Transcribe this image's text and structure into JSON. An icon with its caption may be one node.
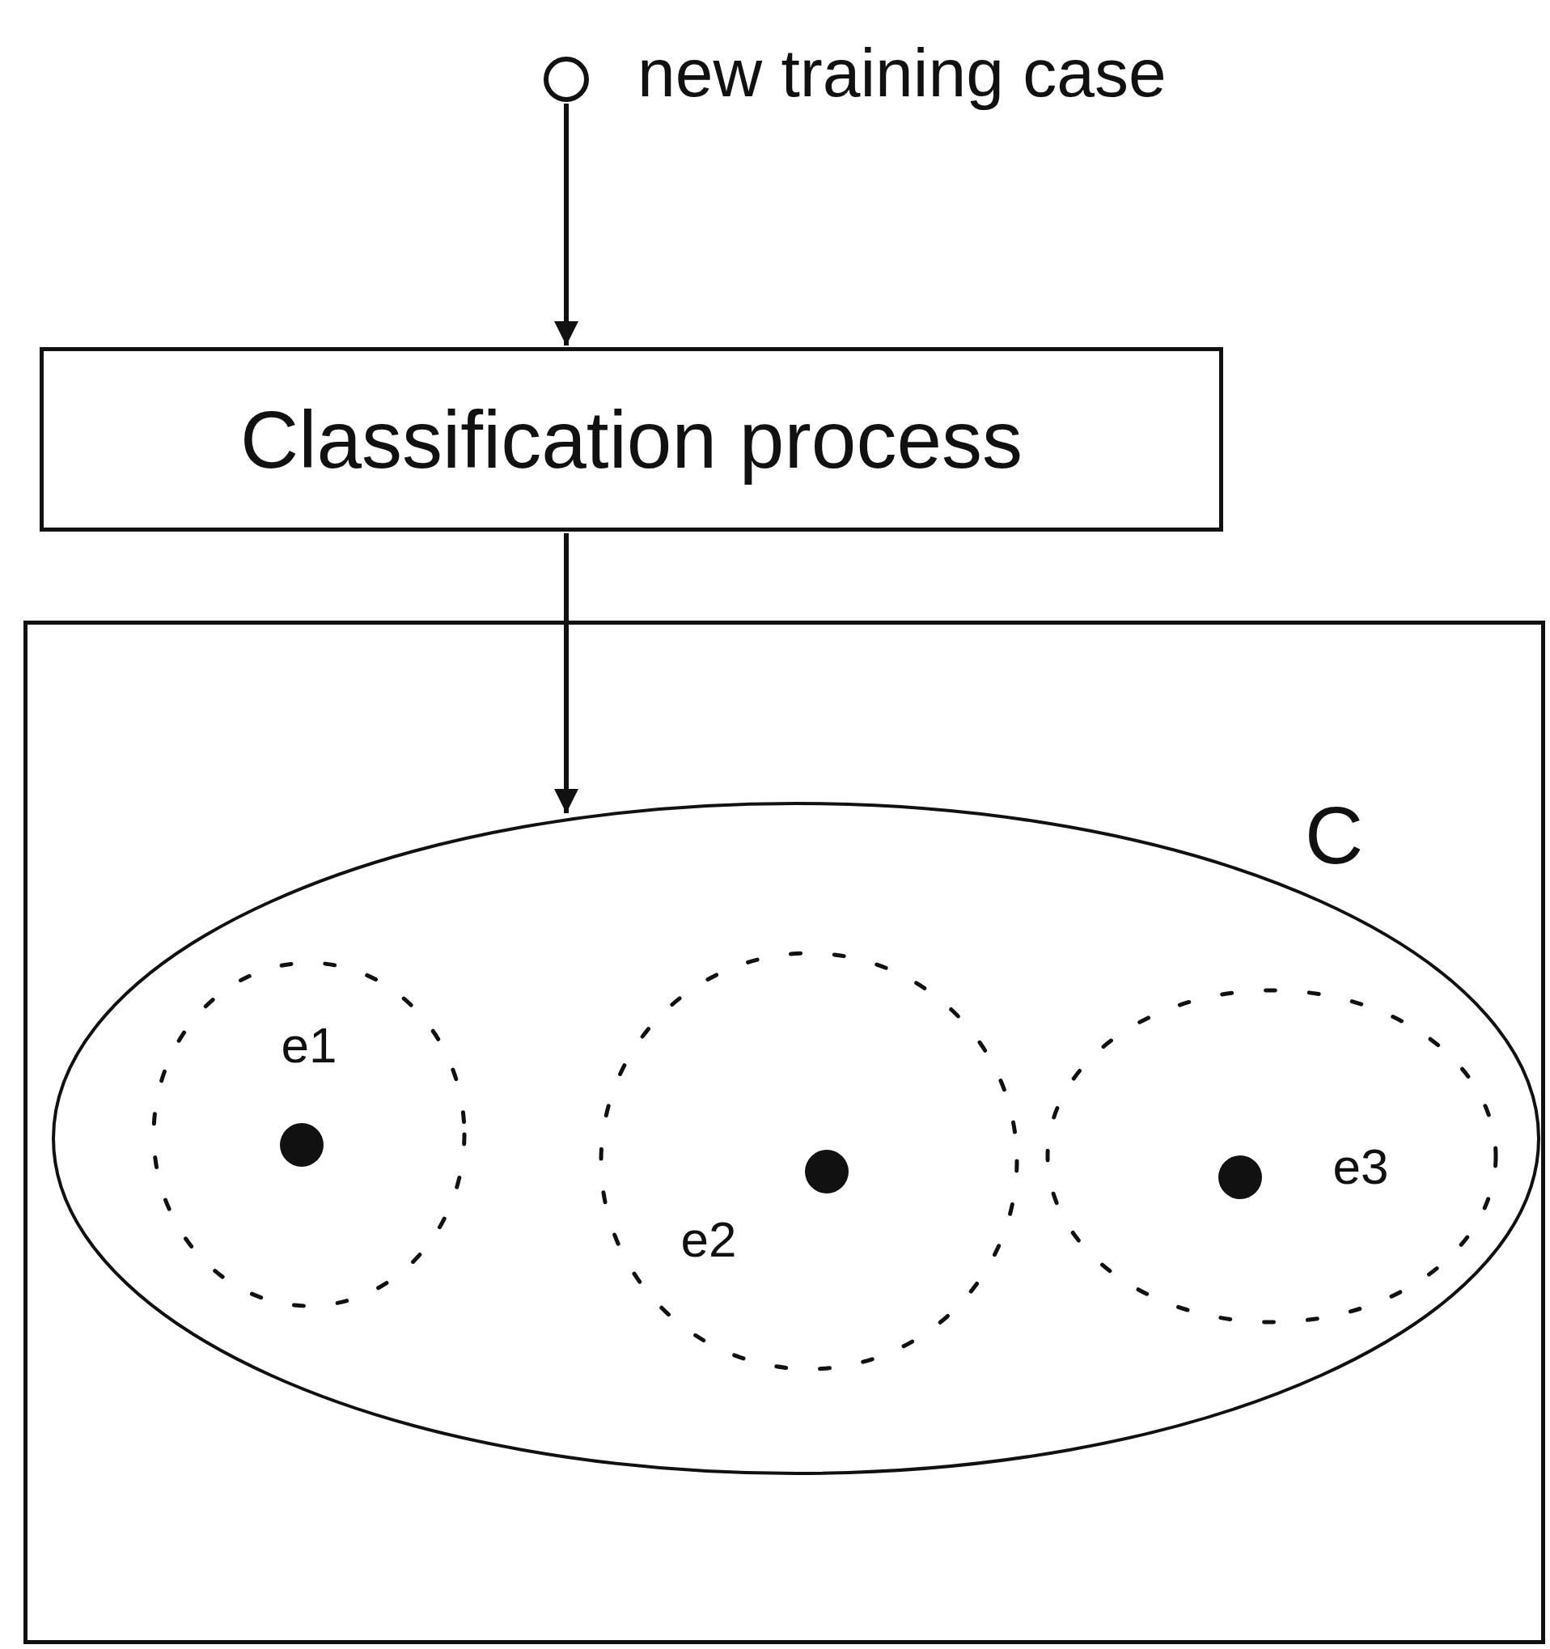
{
  "diagram": {
    "nodes": [
      {
        "text": [],
        "shape": "circle",
        "beside": [
          "new training case"
        ]
      },
      {
        "text": [
          "Classification process"
        ]
      },
      {
        "text": [],
        "shape": "box"
      },
      {
        "text": [
          "C"
        ],
        "in": 2
      },
      {
        "text": [
          "e1"
        ],
        "in": 3
      },
      {
        "text": [
          "e2"
        ],
        "in": 3
      },
      {
        "text": [
          "e3"
        ],
        "in": 3
      }
    ],
    "edges": [
      {
        "from": 0,
        "to": 1,
        "arrow": "to"
      },
      {
        "from": 1,
        "to": 3,
        "arrow": "to"
      }
    ]
  }
}
